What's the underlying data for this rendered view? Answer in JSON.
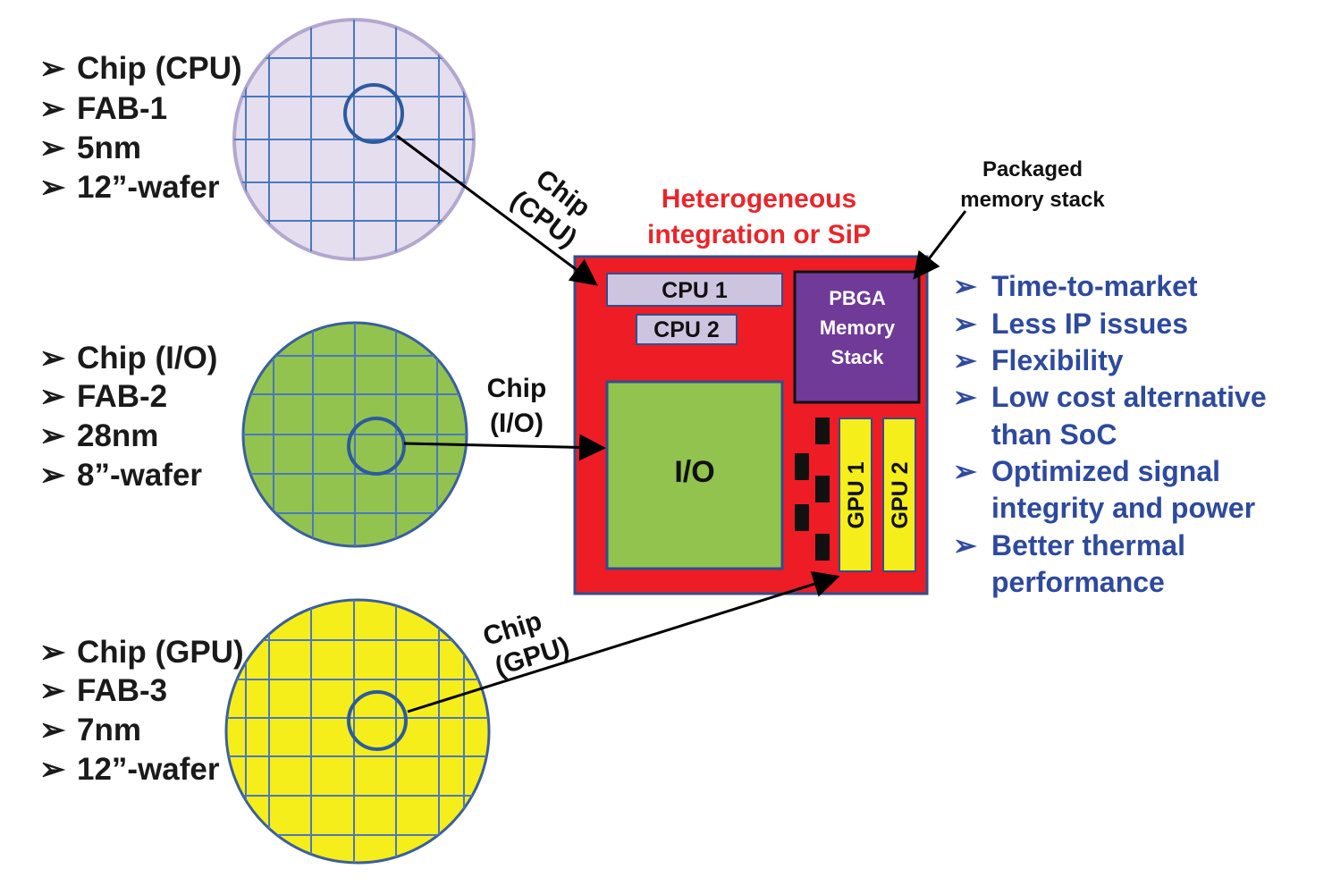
{
  "colors": {
    "cpu_wafer": "#e5deef",
    "cpu_wafer_edge": "#b3a7cf",
    "io_wafer": "#92c34e",
    "gpu_wafer": "#f5ee1b",
    "wafer_edge_blue": "#3a5f9c",
    "grid": "#4a78c0",
    "package": "#ee1c25",
    "cpu_block": "#cdc5e0",
    "io_block": "#92c34e",
    "memory_block": "#6f3a98",
    "gpu_block": "#f5ee1b",
    "title_red": "#e8262b",
    "benefit_blue": "#2e4a9e"
  },
  "wafers": [
    {
      "id": "cpu",
      "items": [
        "Chip (CPU)",
        "FAB-1",
        "5nm",
        "12”-wafer"
      ],
      "arrow_label": [
        "Chip",
        "(CPU)"
      ]
    },
    {
      "id": "io",
      "items": [
        "Chip (I/O)",
        "FAB-2",
        "28nm",
        "8”-wafer"
      ],
      "arrow_label": [
        "Chip",
        "(I/O)"
      ]
    },
    {
      "id": "gpu",
      "items": [
        "Chip (GPU)",
        "FAB-3",
        "7nm",
        "12”-wafer"
      ],
      "arrow_label": [
        "Chip",
        "(GPU)"
      ]
    }
  ],
  "bullet_glyph": "➢",
  "package": {
    "title": [
      "Heterogeneous",
      "integration or SiP"
    ],
    "memory_callout": [
      "Packaged",
      "memory stack"
    ],
    "blocks": {
      "cpu1": "CPU 1",
      "cpu2": "CPU 2",
      "memory": [
        "PBGA",
        "Memory",
        "Stack"
      ],
      "io": "I/O",
      "gpu1": "GPU 1",
      "gpu2": "GPU 2"
    }
  },
  "benefits": [
    [
      "Time-to-market"
    ],
    [
      "Less IP issues"
    ],
    [
      "Flexibility"
    ],
    [
      "Low cost alternative",
      "than SoC"
    ],
    [
      "Optimized signal",
      "integrity and power"
    ],
    [
      "Better thermal",
      "performance"
    ]
  ]
}
